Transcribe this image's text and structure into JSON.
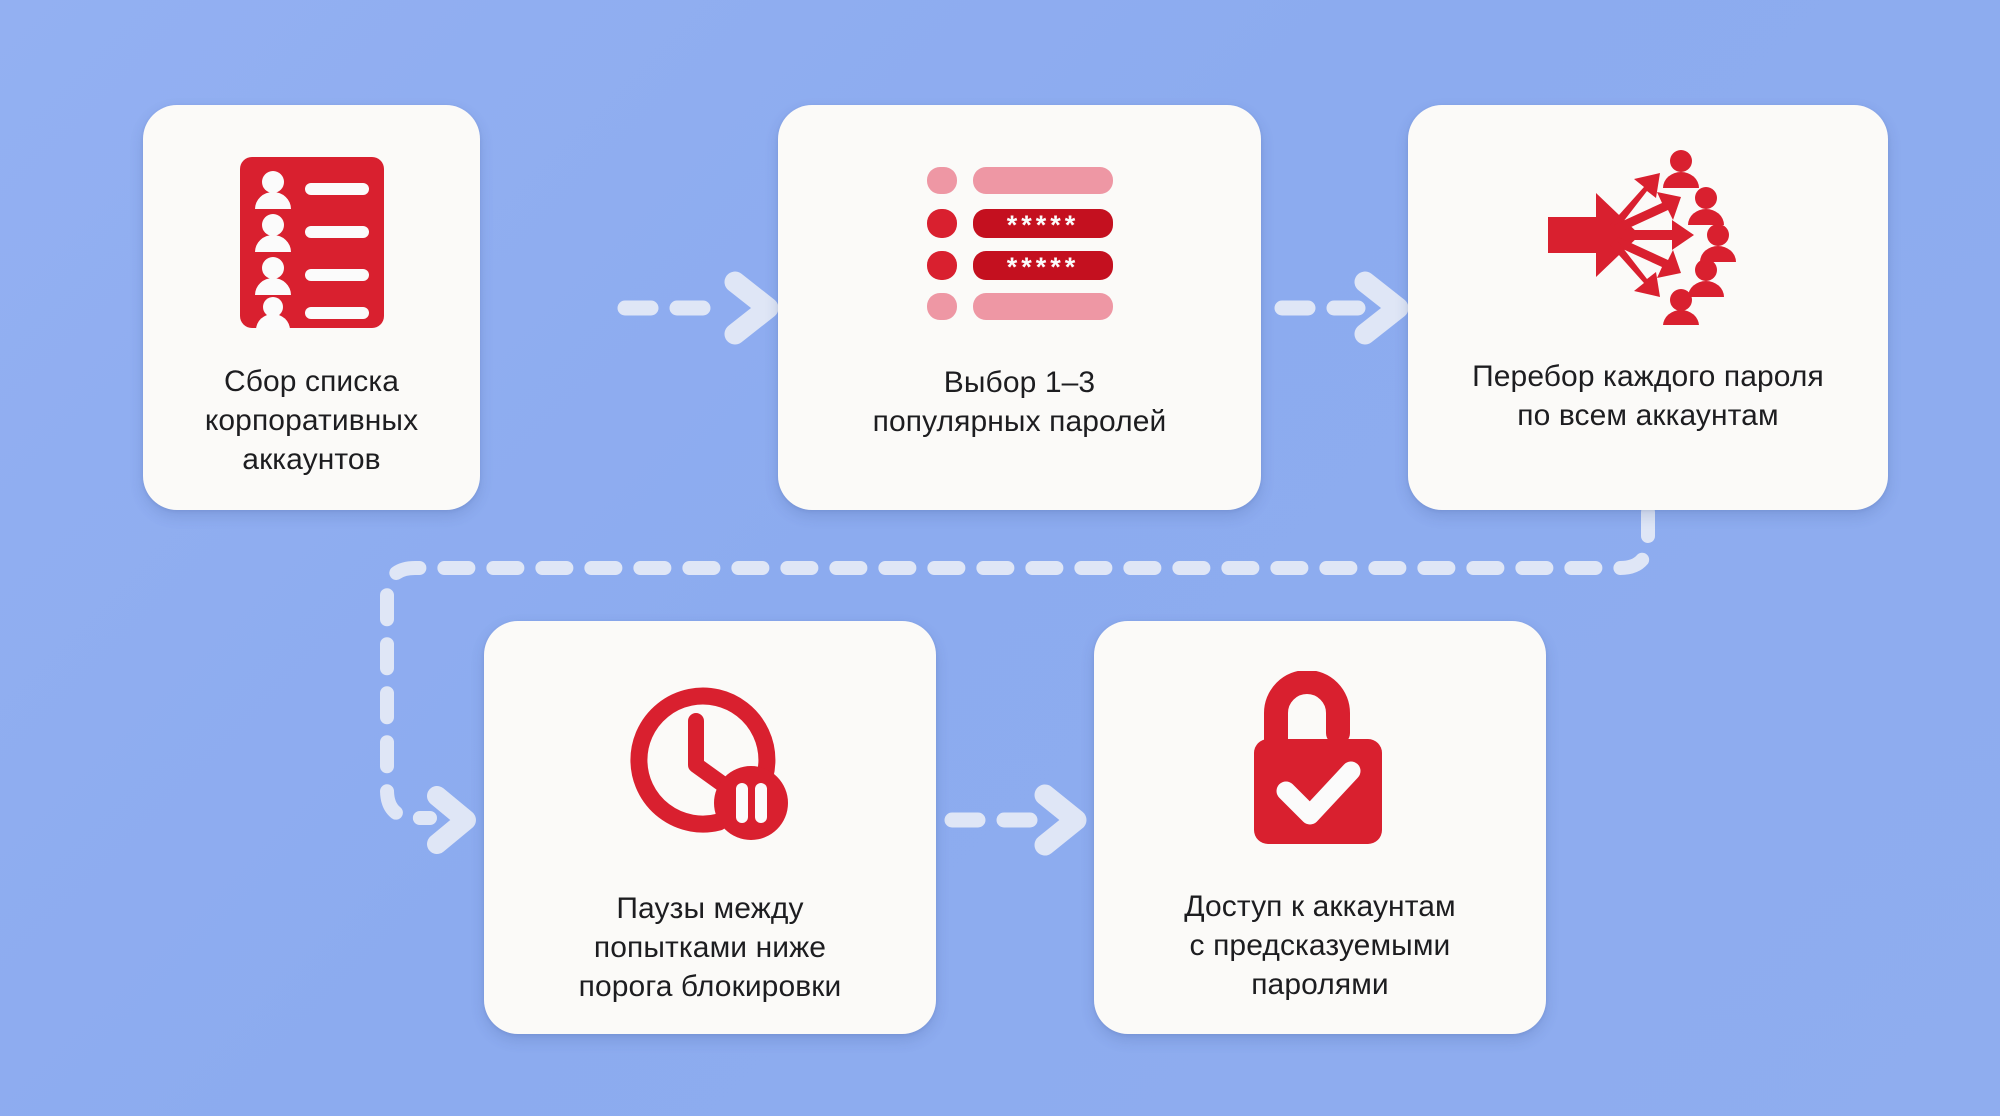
{
  "theme": {
    "background_color": "#8cabef",
    "card_color": "#fbfaf8",
    "accent_red": "#d9202f",
    "accent_red_dark": "#c4101f",
    "accent_pink": "#ee97a4",
    "text_color": "#1d1d20",
    "connector_color": "#dde4f5"
  },
  "diagram": {
    "type": "process-flow",
    "orientation": "two-row-serpentine",
    "step_count": 5,
    "steps": [
      {
        "index": 1,
        "label": "Сбор списка\nкорпоративных аккаунтов",
        "icon": "account-list-icon"
      },
      {
        "index": 2,
        "label": "Выбор 1–3\nпопулярных паролей",
        "icon": "password-list-icon",
        "icon_rows": [
          {
            "masked": false,
            "value": ""
          },
          {
            "masked": true,
            "value": "*****"
          },
          {
            "masked": true,
            "value": "*****"
          },
          {
            "masked": false,
            "value": ""
          }
        ]
      },
      {
        "index": 3,
        "label": "Перебор каждого пароля\nпо всем аккаунтам",
        "icon": "spray-arrows-to-users-icon",
        "icon_target_count": 5
      },
      {
        "index": 4,
        "label": "Паузы между\nпопытками ниже\nпорога блокировки",
        "icon": "clock-pause-icon"
      },
      {
        "index": 5,
        "label": "Доступ к аккаунтам\nс предсказуемыми\nпаролями",
        "icon": "unlocked-padlock-check-icon"
      }
    ],
    "connectors": [
      {
        "from": 1,
        "to": 2,
        "style": "dashed-arrow",
        "direction": "right"
      },
      {
        "from": 2,
        "to": 3,
        "style": "dashed-arrow",
        "direction": "right"
      },
      {
        "from": 3,
        "to": 4,
        "style": "dashed-arrow",
        "direction": "wrap-around-left"
      },
      {
        "from": 4,
        "to": 5,
        "style": "dashed-arrow",
        "direction": "right"
      }
    ]
  }
}
